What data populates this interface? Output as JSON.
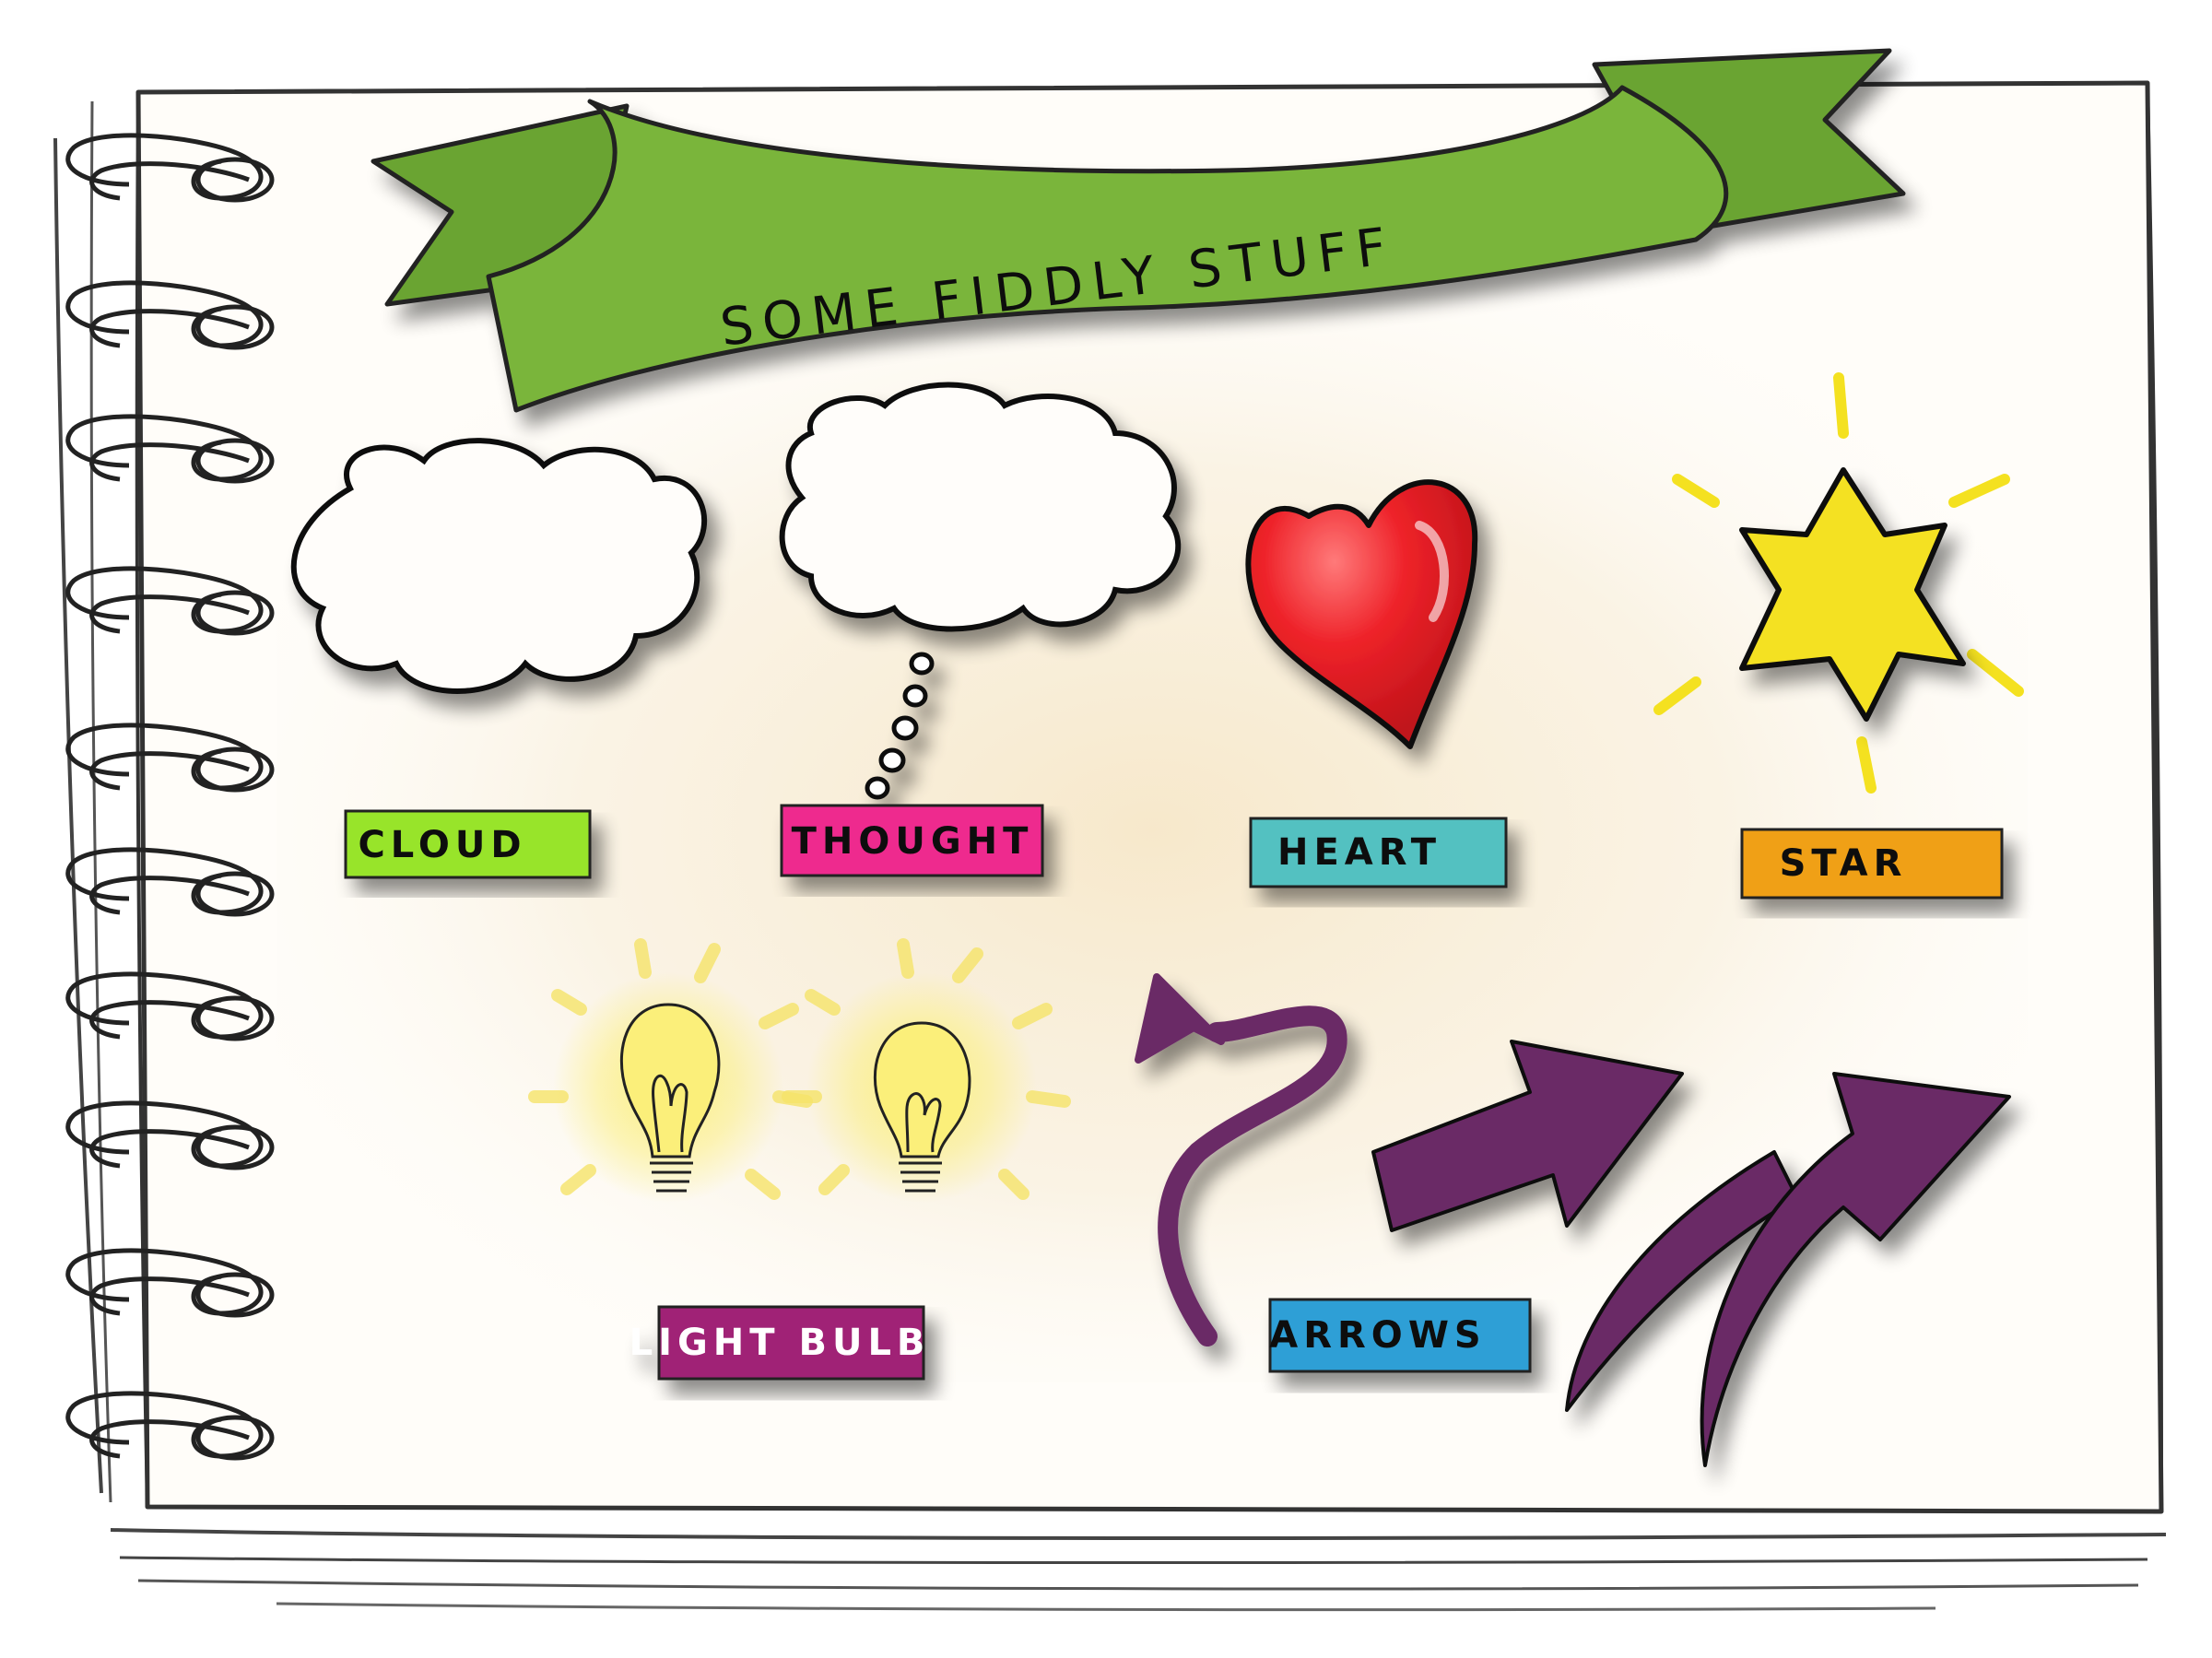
{
  "banner": {
    "title": "SOME  FIDDLY  STUFF"
  },
  "labels": {
    "cloud": "CLOUD",
    "thought": "THOUGHT",
    "heart": "HEART",
    "star": "STAR",
    "light_bulb": "LIGHT BULB",
    "arrows": "ARROWS"
  },
  "colors": {
    "banner": "#7ab53a",
    "cloud_label": "#98e42c",
    "thought_label": "#ee2a8e",
    "heart_label": "#52c1c1",
    "star_label": "#f0a018",
    "light_bulb_label": "#a02276",
    "arrows_label": "#2f9fd6",
    "heart": "#ee2229",
    "star": "#f4e120",
    "arrows": "#6a2a66",
    "bulb_glow": "#f6e46a"
  }
}
